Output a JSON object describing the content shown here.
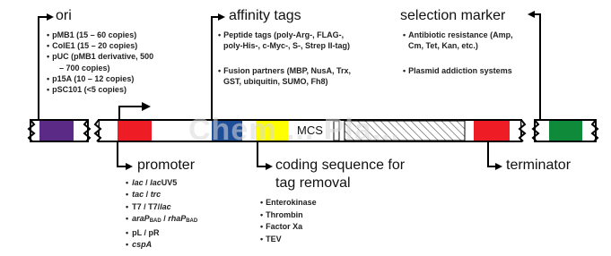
{
  "ori": {
    "title": "ori",
    "items": [
      "pMB1 (15 – 60 copies)",
      "ColE1 (15 – 20 copies)",
      "pUC (pMB1 derivative, 500",
      "– 700 copies)",
      "p15A (10 – 12 copies)",
      "pSC101 (<5 copies)"
    ]
  },
  "affinity": {
    "title": "affinity tags",
    "peptide": [
      "Peptide tags (poly-Arg-, FLAG-,",
      "poly-His-, c-Myc-, S-, Strep II-tag)"
    ],
    "fusion": [
      "Fusion partners (MBP, NusA, Trx,",
      "GST, ubiquitin, SUMO, Fh8)"
    ]
  },
  "selection": {
    "title": "selection marker",
    "antibiotic": [
      "Antibiotic resistance (Amp,",
      "Cm, Tet, Kan, etc.)"
    ],
    "addiction": "Plasmid addiction systems"
  },
  "promoter": {
    "title": "promoter",
    "items": {
      "lac": "lac",
      "sep1": " / ",
      "lacUV5_i": "lac",
      "lacUV5_r": "UV5",
      "tac": "tac",
      "trc": "trc",
      "t7": "T7 / T7/",
      "t7lac": "lac",
      "ara": "araP",
      "bad1": "BAD",
      "rha": "rhaP",
      "bad2": "BAD",
      "pl": "pL / pR",
      "csp": "cspA"
    }
  },
  "cleavage": {
    "title_line1": "coding sequence for",
    "title_line2": "tag removal",
    "items": [
      "Enterokinase",
      "Thrombin",
      "Factor Xa",
      "TEV"
    ]
  },
  "terminator": {
    "title": "terminator"
  },
  "mcs": {
    "label": "MCS"
  },
  "watermark": "Chem ... Pla...",
  "colors": {
    "ori": "#5b2a86",
    "promoter": "#ee1c24",
    "tag_blue": "#1f4e99",
    "tag_yellow": "#ffff00",
    "terminator": "#ee1c24",
    "selection": "#0e8a3a"
  }
}
